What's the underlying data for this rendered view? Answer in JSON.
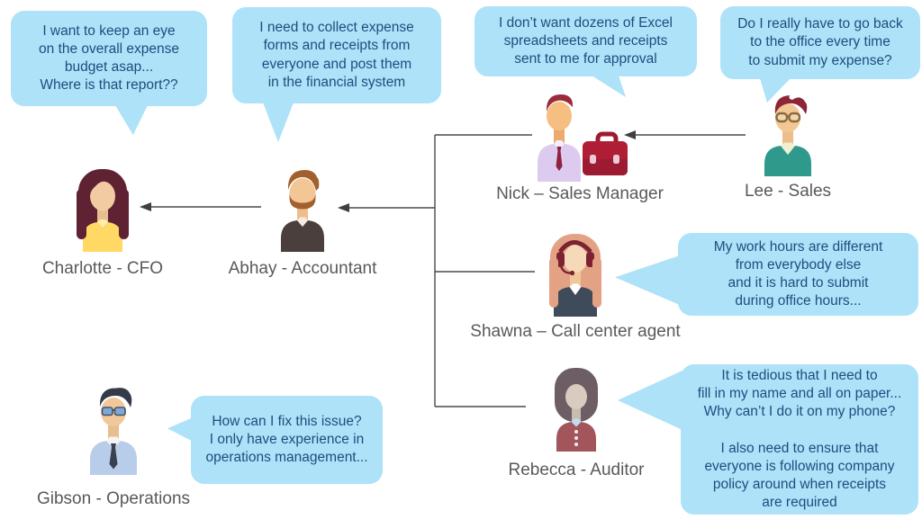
{
  "title": "Expense reporting personas diagram",
  "colors": {
    "bubble_bg": "#ADE2F8",
    "bubble_text": "#1C4E7F",
    "label_text": "#595959",
    "connector": "#4A4A4A"
  },
  "personas": [
    {
      "id": "charlotte",
      "label": "Charlotte - CFO",
      "quote": "I want to keep an eye\non the overall expense\nbudget asap...\nWhere is that report??"
    },
    {
      "id": "abhay",
      "label": "Abhay - Accountant",
      "quote": "I need to collect expense\nforms and receipts from\neveryone and post them\nin the financial system"
    },
    {
      "id": "nick",
      "label": "Nick – Sales Manager",
      "quote": "I don’t want dozens of Excel\nspreadsheets and receipts\nsent to me for approval"
    },
    {
      "id": "lee",
      "label": "Lee - Sales",
      "quote": "Do I really have to go back\nto the office every time\nto submit my expense?"
    },
    {
      "id": "shawna",
      "label": "Shawna – Call center agent",
      "quote": "My work hours are different\nfrom everybody else\nand it is hard to submit\nduring office hours..."
    },
    {
      "id": "rebecca",
      "label": "Rebecca - Auditor",
      "quote": "It is tedious that I need to\nfill in my name and all on paper...\nWhy can’t I do it on my phone?\n\nI also need to ensure that\neveryone is following company\npolicy around when receipts\nare required"
    },
    {
      "id": "gibson",
      "label": "Gibson - Operations",
      "quote": "How can I fix this issue?\nI only have experience in\noperations management..."
    }
  ]
}
